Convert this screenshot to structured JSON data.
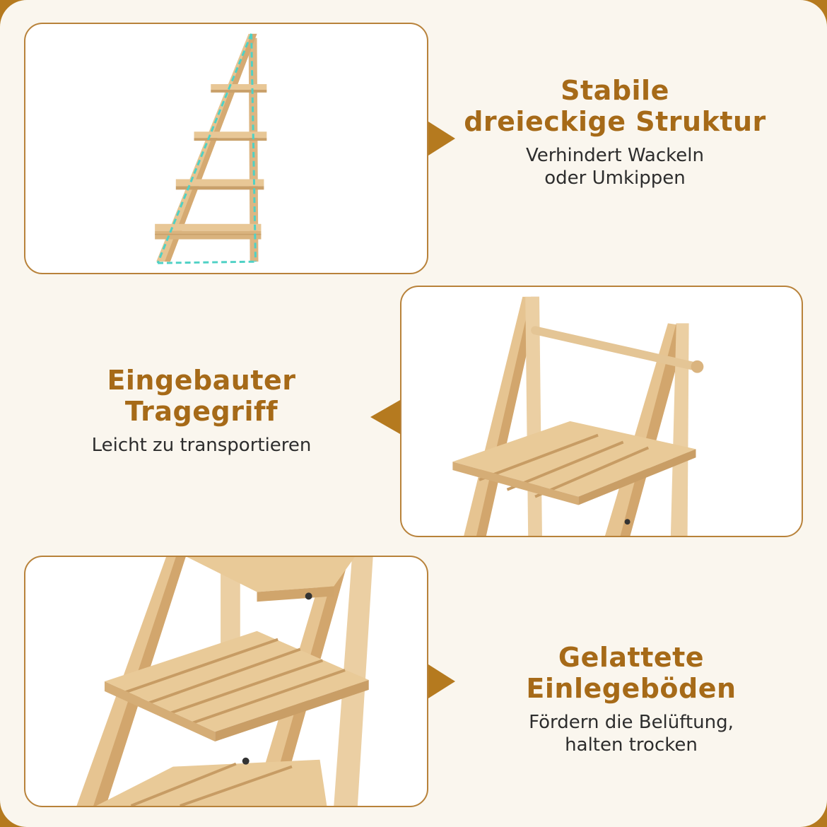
{
  "colors": {
    "accent": "#b57a1f",
    "title": "#a66a18",
    "text": "#2d2d2d",
    "panel_border": "#b8823a",
    "background": "#faf6ee",
    "wood": "#e8c796",
    "wood_dark": "#c9a06a",
    "guide_line": "#4fd1c5"
  },
  "features": [
    {
      "title_line1": "Stabile",
      "title_line2": "dreieckige Struktur",
      "desc_line1": "Verhindert Wackeln",
      "desc_line2": "oder Umkippen",
      "image_icon": "ladder-shelf-triangle-outline"
    },
    {
      "title_line1": "Eingebauter",
      "title_line2": "Tragegriff",
      "desc_line1": "Leicht zu transportieren",
      "desc_line2": "",
      "image_icon": "ladder-shelf-handle-closeup"
    },
    {
      "title_line1": "Gelattete",
      "title_line2": "Einlegeböden",
      "desc_line1": "Fördern die Belüftung,",
      "desc_line2": "halten trocken",
      "image_icon": "slatted-shelves-closeup"
    }
  ]
}
